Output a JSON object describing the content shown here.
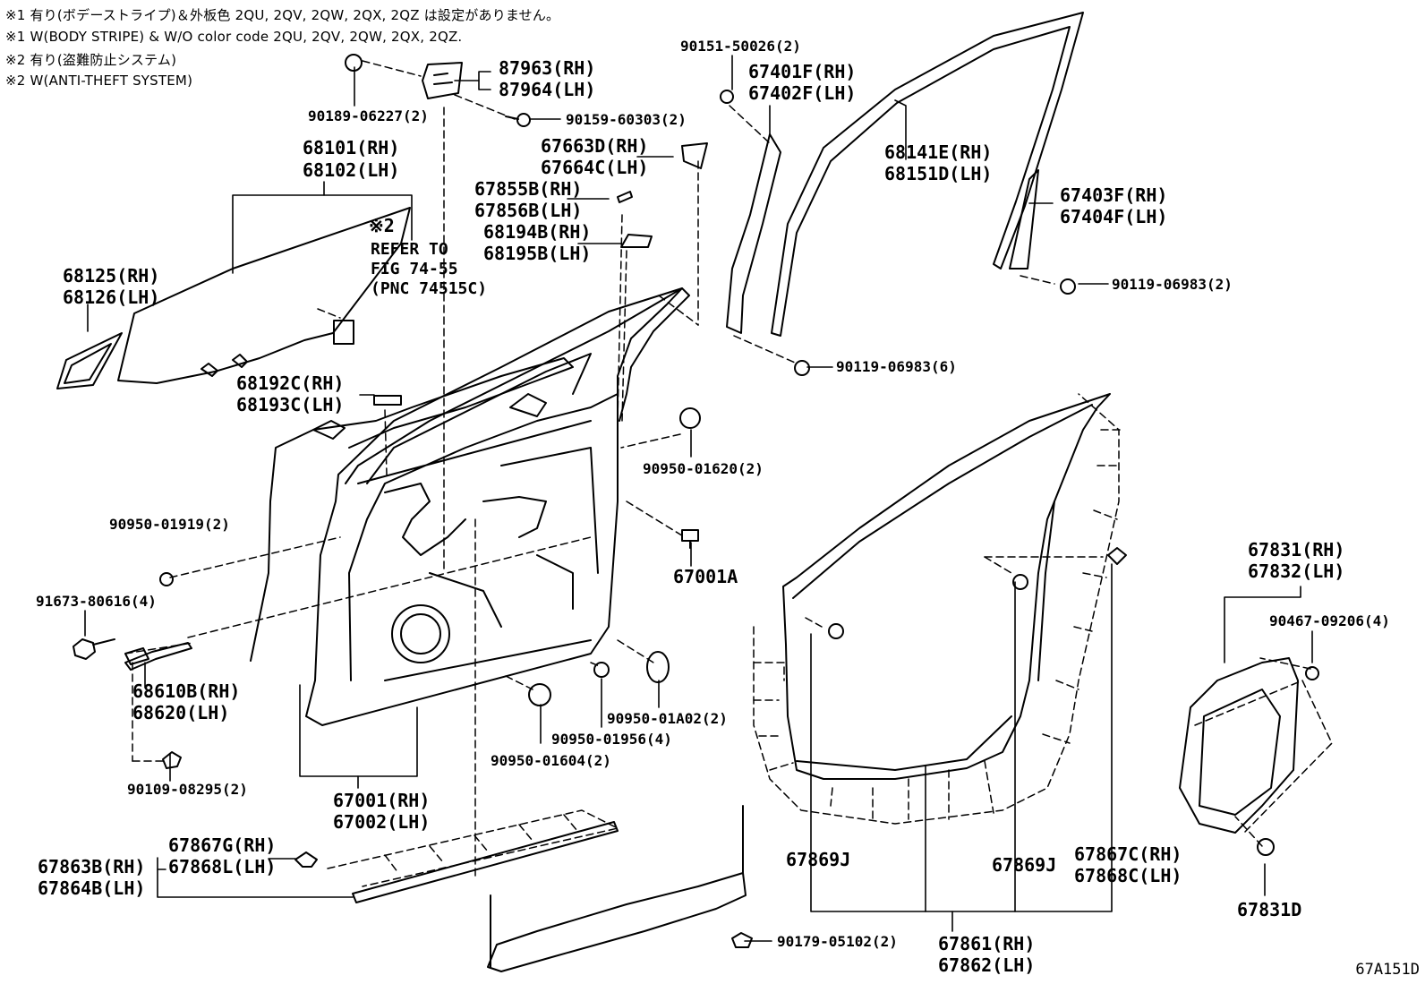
{
  "notes": [
    "※1 有り(ボデーストライプ)＆外板色 2QU, 2QV, 2QW, 2QX, 2QZ は設定がありません。",
    "※1 W(BODY STRIPE) & W/O color code 2QU, 2QV, 2QW, 2QX, 2QZ.",
    "※2 有り(盗難防止システム)",
    "※2 W(ANTI-THEFT SYSTEM)"
  ],
  "refer": {
    "mark": "※2",
    "line1": "REFER TO",
    "line2": "FIG 74-55",
    "line3": "(PNC 74515C)"
  },
  "labels": {
    "p90189": "90189-06227(2)",
    "p87963": "87963(RH)",
    "p87964": "87964(LH)",
    "p90159": "90159-60303(2)",
    "p68101": "68101(RH)",
    "p68102": "68102(LH)",
    "p68125": "68125(RH)",
    "p68126": "68126(LH)",
    "p67663": "67663D(RH)",
    "p67664": "67664C(LH)",
    "p67855": "67855B(RH)",
    "p67856": "67856B(LH)",
    "p68194": "68194B(RH)",
    "p68195": "68195B(LH)",
    "p90151": "90151-50026(2)",
    "p67401": "67401F(RH)",
    "p67402": "67402F(LH)",
    "p68141": "68141E(RH)",
    "p68151": "68151D(LH)",
    "p67403": "67403F(RH)",
    "p67404": "67404F(LH)",
    "p90119a": "90119-06983(2)",
    "p90119b": "90119-06983(6)",
    "p68192": "68192C(RH)",
    "p68193": "68193C(LH)",
    "p90950_01620": "90950-01620(2)",
    "p90950_01919": "90950-01919(2)",
    "p67001A": "67001A",
    "p91673": "91673-80616(4)",
    "p68610": "68610B(RH)",
    "p68620": "68620(LH)",
    "p90109": "90109-08295(2)",
    "p90950_01A02": "90950-01A02(2)",
    "p90950_01956": "90950-01956(4)",
    "p90950_01604": "90950-01604(2)",
    "p67001": "67001(RH)",
    "p67002": "67002(LH)",
    "p67867G": "67867G(RH)",
    "p67868L": "67868L(LH)",
    "p67863": "67863B(RH)",
    "p67864": "67864B(LH)",
    "p90179": "90179-05102(2)",
    "p67869a": "67869J",
    "p67869b": "67869J",
    "p67867C": "67867C(RH)",
    "p67868C": "67868C(LH)",
    "p67861": "67861(RH)",
    "p67862": "67862(LH)",
    "p67831": "67831(RH)",
    "p67832": "67832(LH)",
    "p90467": "90467-09206(4)",
    "p67831D": "67831D"
  },
  "figure_code": "67A151D"
}
